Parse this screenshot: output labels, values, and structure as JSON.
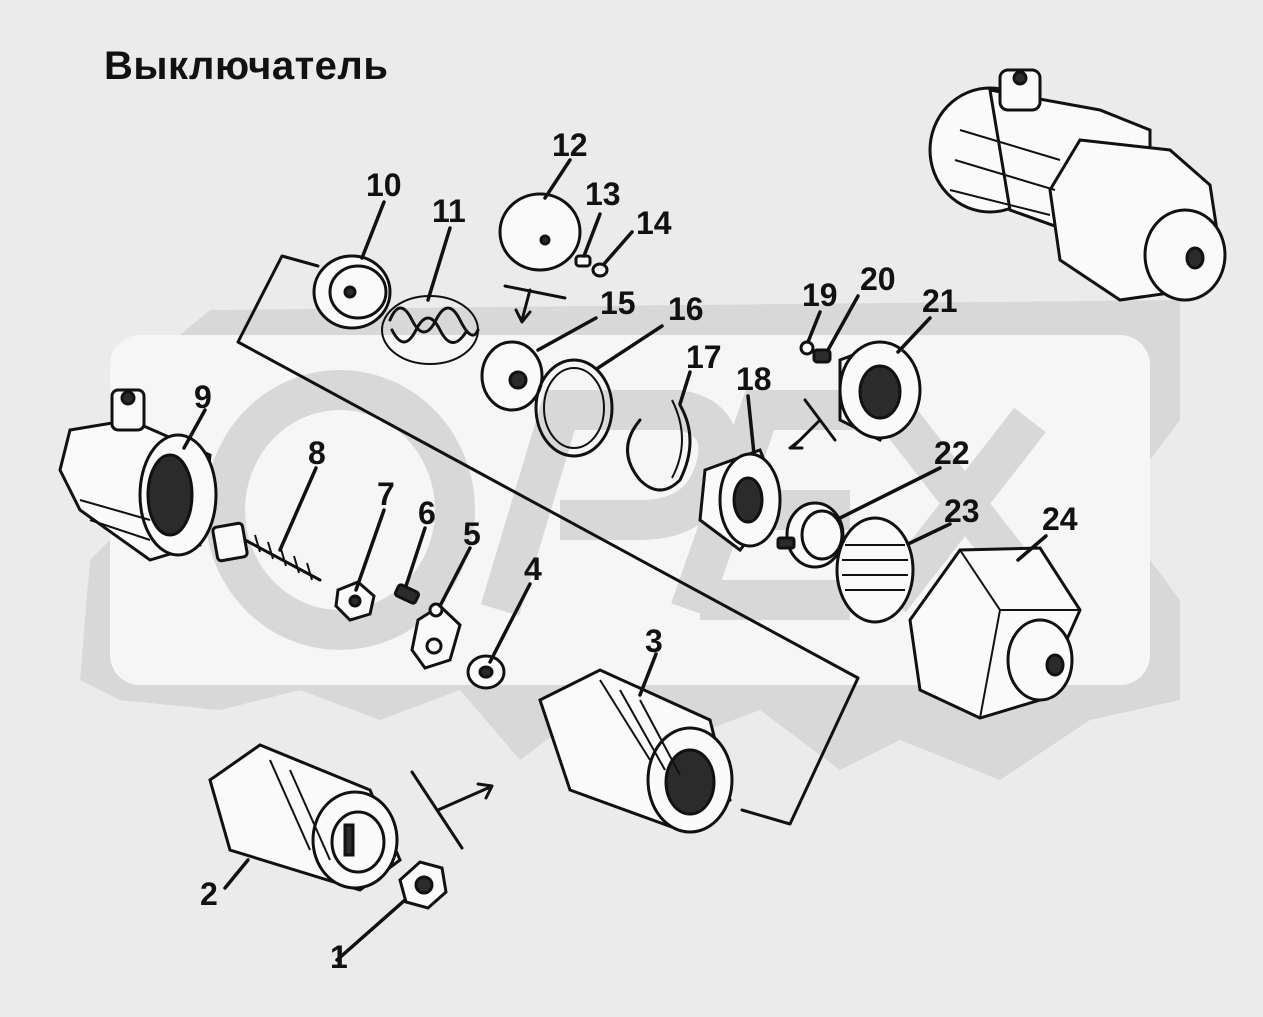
{
  "title": "Выключатель",
  "callouts": [
    {
      "num": "1"
    },
    {
      "num": "2"
    },
    {
      "num": "3"
    },
    {
      "num": "4"
    },
    {
      "num": "5"
    },
    {
      "num": "6"
    },
    {
      "num": "7"
    },
    {
      "num": "8"
    },
    {
      "num": "9"
    },
    {
      "num": "10"
    },
    {
      "num": "11"
    },
    {
      "num": "12"
    },
    {
      "num": "13"
    },
    {
      "num": "14"
    },
    {
      "num": "15"
    },
    {
      "num": "16"
    },
    {
      "num": "17"
    },
    {
      "num": "18"
    },
    {
      "num": "19"
    },
    {
      "num": "20"
    },
    {
      "num": "21"
    },
    {
      "num": "22"
    },
    {
      "num": "23"
    },
    {
      "num": "24"
    }
  ],
  "watermark": {
    "logo": "OPEX",
    "color": "#d8d8d8"
  },
  "colors": {
    "background": "#ebebeb",
    "ink": "#111111"
  }
}
